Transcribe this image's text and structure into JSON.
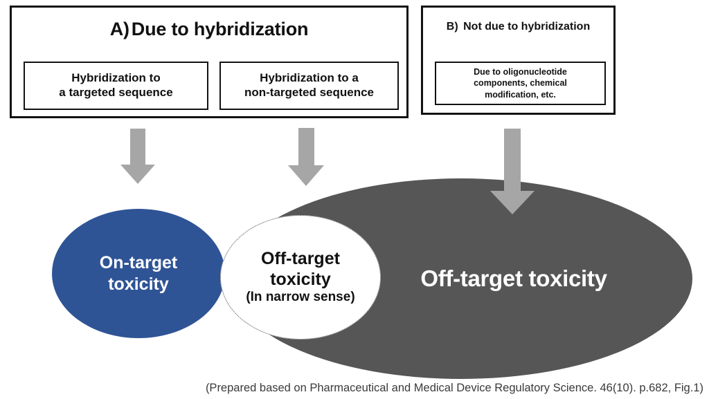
{
  "figure": {
    "title_hidden": "",
    "caption": "(Prepared based on Pharmaceutical and Medical Device Regulatory Science. 46(10). p.682, Fig.1)"
  },
  "categories": [
    {
      "letter": "A)",
      "title": "Due to hybridization",
      "items": [
        {
          "line1": "Hybridization to",
          "line2": "a targeted sequence"
        },
        {
          "line1": "Hybridization to a",
          "line2": "non-targeted sequence"
        }
      ]
    },
    {
      "letter": "B)",
      "title": "Not due to hybridization",
      "items": [
        {
          "line1": "Due to oligonucleotide",
          "line2": "components, chemical",
          "line3": "modification, etc."
        }
      ]
    }
  ],
  "arrows": [
    {
      "name": "arrow-to-on-target"
    },
    {
      "name": "arrow-to-off-target-narrow"
    },
    {
      "name": "arrow-to-off-target-broad"
    }
  ],
  "ellipses": {
    "on_target": {
      "line1": "On-target",
      "line2": "toxicity"
    },
    "off_target_narrow": {
      "line1": "Off-target",
      "line2": "toxicity",
      "line3": "(In narrow sense)"
    },
    "off_target_broad": {
      "label": "Off-target toxicity"
    }
  },
  "colors": {
    "on_target_blue": "#2F5496",
    "off_target_gray": "#565656",
    "arrow_gray": "#A6A6A6",
    "box_border": "#111111",
    "background": "#FFFFFF"
  }
}
